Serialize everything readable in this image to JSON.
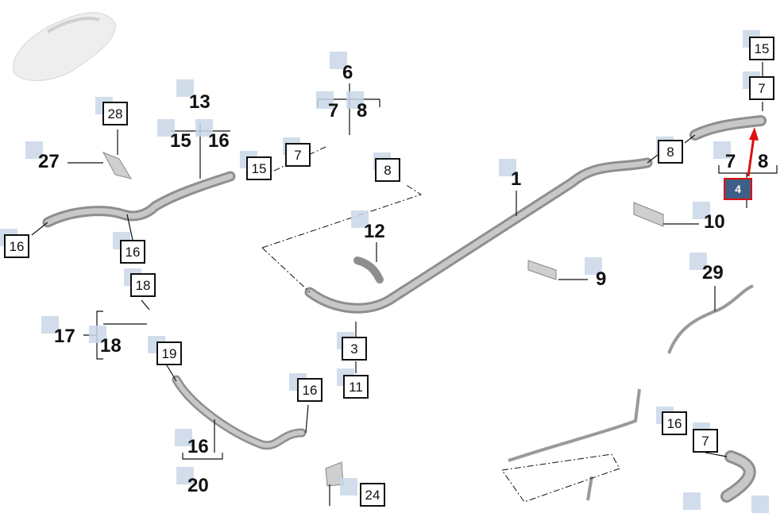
{
  "labels": {
    "l1": "1",
    "l6": "6",
    "l6a": "7",
    "l6b": "8",
    "l13": "13",
    "l13a": "15",
    "l13b": "16",
    "l27": "27",
    "l12": "12",
    "l9": "9",
    "l10": "10",
    "l29": "29",
    "l17": "17",
    "l17a": "18",
    "l16c": "16",
    "l20": "20",
    "l4a": "7",
    "l4b": "8"
  },
  "boxes": {
    "b15top": "15",
    "b7top": "7",
    "b8right": "8",
    "b28": "28",
    "b15mid": "15",
    "b7mid": "7",
    "b8mid": "8",
    "b16left": "16",
    "b16b": "16",
    "b18": "18",
    "b19": "19",
    "b3": "3",
    "b11": "11",
    "b16d": "16",
    "b24": "24",
    "b16e": "16",
    "b7e": "7"
  },
  "selected": {
    "label": "4",
    "color": "#3f5f86",
    "border": "#dd1111"
  }
}
